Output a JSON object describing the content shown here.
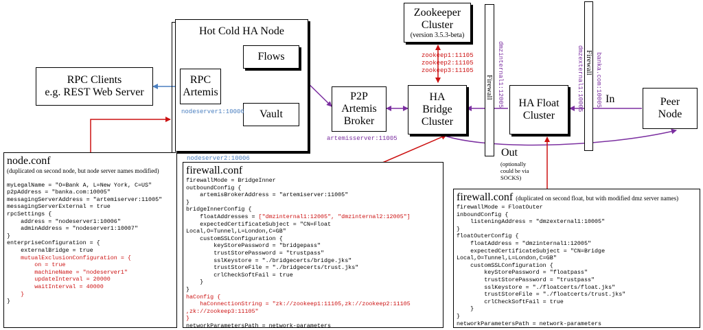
{
  "nodes": {
    "rpc_clients": {
      "line1": "RPC Clients",
      "line2": "e.g. REST Web Server"
    },
    "ha_node": {
      "title": "Hot Cold HA Node"
    },
    "rpc_artemis": {
      "line1": "RPC",
      "line2": "Artemis"
    },
    "flows": {
      "label": "Flows"
    },
    "vault": {
      "label": "Vault"
    },
    "p2p_broker": {
      "line1": "P2P",
      "line2": "Artemis",
      "line3": "Broker"
    },
    "zookeeper": {
      "line1": "Zookeeper",
      "line2": "Cluster",
      "line3": "(version 3.5.3-beta)"
    },
    "ha_bridge": {
      "line1": "HA",
      "line2": "Bridge",
      "line3": "Cluster"
    },
    "ha_float": {
      "line1": "HA Float",
      "line2": "Cluster"
    },
    "peer_node": {
      "line1": "Peer",
      "line2": "Node"
    }
  },
  "firewalls": {
    "left_label": "Firewall",
    "right_label": "Firewall"
  },
  "addresses": {
    "nodeserver1": "nodeserver1:10006",
    "nodeserver2": "nodeserver2:10006",
    "artemisserver": "artemisserver:11005",
    "zookeep1": "zookeep1:11105",
    "zookeep2": "zookeep2:11105",
    "zookeep3": "zookeep3:11105",
    "dmzinternal": "dmzinternal1:12005",
    "dmzexternal": "dmzexternal1:10005",
    "banka": "banka.com:10005"
  },
  "labels": {
    "in": "In",
    "out": "Out",
    "out_note1": "(optionally",
    "out_note2": "could be via",
    "out_note3": "SOCKS)"
  },
  "node_conf": {
    "title": "node.conf",
    "subtitle": "(duplicated on second node, but node server names modified)",
    "lines": [
      {
        "text": "",
        "red": false
      },
      {
        "text": "myLegalName = \"O=Bank A, L=New York, C=US\"",
        "red": false
      },
      {
        "text": "p2pAddress = \"banka.com:10005\"",
        "red": false
      },
      {
        "text": "messagingServerAddress = \"artemiserver:11005\"",
        "red": false
      },
      {
        "text": "messagingServerExternal = true",
        "red": false
      },
      {
        "text": "rpcSettings {",
        "red": false
      },
      {
        "text": "    address = \"nodeserver1:10006\"",
        "red": false
      },
      {
        "text": "    adminAddress = \"nodeserver1:10007\"",
        "red": false
      },
      {
        "text": "}",
        "red": false
      },
      {
        "text": "enterpriseConfiguration = {",
        "red": false
      },
      {
        "text": "    externalBridge = true",
        "red": false
      },
      {
        "text": "    mutualExclusionConfiguration = {",
        "red": true
      },
      {
        "text": "        on = true",
        "red": true
      },
      {
        "text": "        machineName = \"nodeserver1\"",
        "red": true
      },
      {
        "text": "        updateInterval = 20000",
        "red": true
      },
      {
        "text": "        waitInterval = 40000",
        "red": true
      },
      {
        "text": "    }",
        "red": true
      },
      {
        "text": "}",
        "red": false
      }
    ]
  },
  "firewall_conf_bridge": {
    "title": "firewall.conf",
    "lines": [
      {
        "text": "firewallMode = BridgeInner",
        "red": false
      },
      {
        "text": "outboundConfig {",
        "red": false
      },
      {
        "text": "    artemisBrokerAddress = \"artemiserver:11005\"",
        "red": false
      },
      {
        "text": "}",
        "red": false
      },
      {
        "text": "bridgeInnerConfig {",
        "red": false
      },
      {
        "text": "    floatAddresses = [\"dmzinternal1:12005\", \"dmzinternal2:12005\"]",
        "red": false,
        "red_part": true
      },
      {
        "text": "    expectedCertificateSubject = \"CN=Float",
        "red": false
      },
      {
        "text": "Local,O=Tunnel,L=London,C=GB\"",
        "red": false
      },
      {
        "text": "    customSSLConfiguration {",
        "red": false
      },
      {
        "text": "        keyStorePassword = \"bridgepass\"",
        "red": false
      },
      {
        "text": "        trustStorePassword = \"trustpass\"",
        "red": false
      },
      {
        "text": "        sslKeystore = \"./bridgecerts/bridge.jks\"",
        "red": false
      },
      {
        "text": "        trustStoreFile = \"./bridgecerts/trust.jks\"",
        "red": false
      },
      {
        "text": "        crlCheckSoftFail = true",
        "red": false
      },
      {
        "text": "    }",
        "red": false
      },
      {
        "text": "}",
        "red": false
      },
      {
        "text": "haConfig {",
        "red": true
      },
      {
        "text": "    haConnectionString = \"zk://zookeep1:11105,zk://zookeep2:11105",
        "red": true
      },
      {
        "text": ",zk://zookeep3:11105\"",
        "red": true
      },
      {
        "text": "}",
        "red": true
      },
      {
        "text": "networkParametersPath = network-parameters",
        "red": false
      }
    ]
  },
  "firewall_conf_float": {
    "title": "firewall.conf",
    "subtitle": "(duplicated on second float, but with modified dmz server names)",
    "lines": [
      {
        "text": "firewallMode = FloatOuter",
        "red": false
      },
      {
        "text": "inboundConfig {",
        "red": false
      },
      {
        "text": "    listeningAddress = \"dmzexternal1:10005\"",
        "red": false
      },
      {
        "text": "}",
        "red": false
      },
      {
        "text": "floatOuterConfig {",
        "red": false
      },
      {
        "text": "    floatAddress = \"dmzinternal1:12005\"",
        "red": false
      },
      {
        "text": "    expectedCertificateSubject = \"CN=Bridge",
        "red": false
      },
      {
        "text": "Local,O=Tunnel,L=London,C=GB\"",
        "red": false
      },
      {
        "text": "    customSSLConfiguration {",
        "red": false
      },
      {
        "text": "        keyStorePassword = \"floatpass\"",
        "red": false
      },
      {
        "text": "        trustStorePassword = \"trustpass\"",
        "red": false
      },
      {
        "text": "        sslKeystore = \"./floatcerts/float.jks\"",
        "red": false
      },
      {
        "text": "        trustStoreFile = \"./floatcerts/trust.jks\"",
        "red": false
      },
      {
        "text": "        crlCheckSoftFail = true",
        "red": false
      },
      {
        "text": "    }",
        "red": false
      },
      {
        "text": "}",
        "red": false
      },
      {
        "text": "networkParametersPath = network-parameters",
        "red": false
      }
    ]
  },
  "colors": {
    "blue": "#4a7fc0",
    "purple": "#7b2fa0",
    "red": "#cc1111"
  }
}
